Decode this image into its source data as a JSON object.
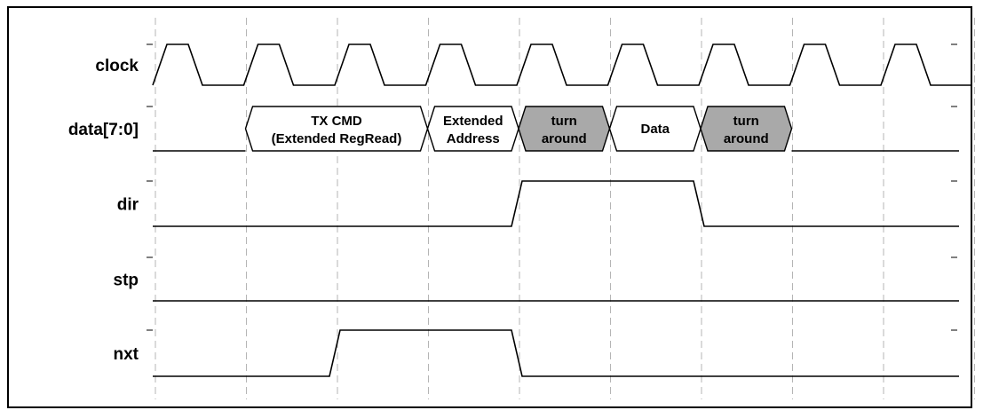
{
  "diagram": {
    "type": "timing-diagram",
    "signals": [
      {
        "label": "clock",
        "kind": "clock"
      },
      {
        "label": "data[7:0]",
        "kind": "bus"
      },
      {
        "label": "dir",
        "kind": "digital",
        "edges": [
          {
            "at": 4,
            "to": 1
          },
          {
            "at": 6,
            "to": 0
          }
        ]
      },
      {
        "label": "stp",
        "kind": "digital",
        "edges": []
      },
      {
        "label": "nxt",
        "kind": "digital",
        "edges": [
          {
            "at": 2,
            "to": 1
          },
          {
            "at": 4,
            "to": 0
          }
        ]
      }
    ],
    "clock_periods": 9,
    "data_segments": [
      {
        "start": 1,
        "end": 3,
        "lines": [
          "TX CMD",
          "(Extended RegRead)"
        ],
        "fill": "white"
      },
      {
        "start": 3,
        "end": 4,
        "lines": [
          "Extended",
          "Address"
        ],
        "fill": "white"
      },
      {
        "start": 4,
        "end": 5,
        "lines": [
          "turn",
          "around"
        ],
        "fill": "gray"
      },
      {
        "start": 5,
        "end": 6,
        "lines": [
          "Data"
        ],
        "fill": "white"
      },
      {
        "start": 6,
        "end": 7,
        "lines": [
          "turn",
          "around"
        ],
        "fill": "gray"
      }
    ],
    "colors": {
      "gray_segment": "#a9a9a9",
      "grid": "#b5b5b5",
      "line": "#000000"
    }
  }
}
